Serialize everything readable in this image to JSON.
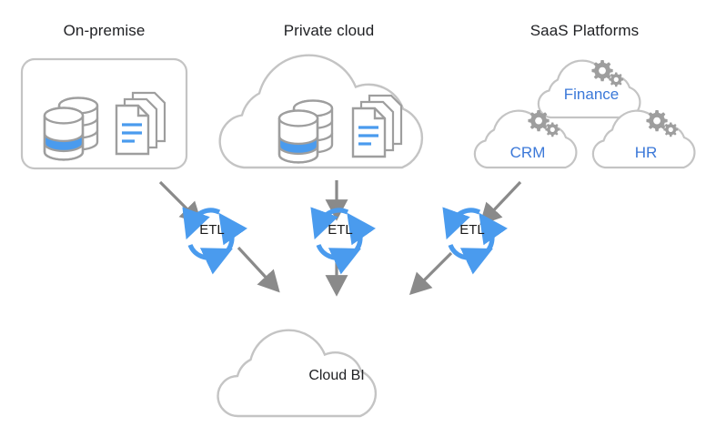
{
  "diagram": {
    "type": "data-pipeline-architecture",
    "background": "#ffffff",
    "colors": {
      "outline_gray": "#9e9e9e",
      "light_gray": "#c8c8c8",
      "accent_blue": "#4a9bee",
      "label_blue": "#3b78d8",
      "arrow_gray": "#8a8a8a",
      "text_dark": "#202124"
    },
    "sources": [
      {
        "id": "on-premise",
        "title": "On-premise",
        "container": "rounded-rectangle",
        "icons": [
          "database-stack-icon",
          "documents-icon"
        ]
      },
      {
        "id": "private-cloud",
        "title": "Private cloud",
        "container": "cloud",
        "icons": [
          "database-stack-icon",
          "documents-icon"
        ]
      },
      {
        "id": "saas-platforms",
        "title": "SaaS Platforms",
        "container": "cloud-group",
        "platforms": [
          {
            "label": "Finance",
            "icon": "gears-icon"
          },
          {
            "label": "CRM",
            "icon": "gears-icon"
          },
          {
            "label": "HR",
            "icon": "gears-icon"
          }
        ]
      }
    ],
    "transforms": [
      {
        "id": "etl-left",
        "label": "ETL",
        "icon": "circular-arrows-icon"
      },
      {
        "id": "etl-center",
        "label": "ETL",
        "icon": "circular-arrows-icon"
      },
      {
        "id": "etl-right",
        "label": "ETL",
        "icon": "circular-arrows-icon"
      }
    ],
    "sink": {
      "id": "cloud-bi",
      "label": "Cloud BI",
      "container": "cloud"
    },
    "flows": [
      {
        "from": "on-premise",
        "via": "etl-left",
        "to": "cloud-bi",
        "direction": "diagonal-down-right"
      },
      {
        "from": "private-cloud",
        "via": "etl-center",
        "to": "cloud-bi",
        "direction": "vertical-down"
      },
      {
        "from": "saas-platforms",
        "via": "etl-right",
        "to": "cloud-bi",
        "direction": "diagonal-down-left"
      }
    ]
  }
}
